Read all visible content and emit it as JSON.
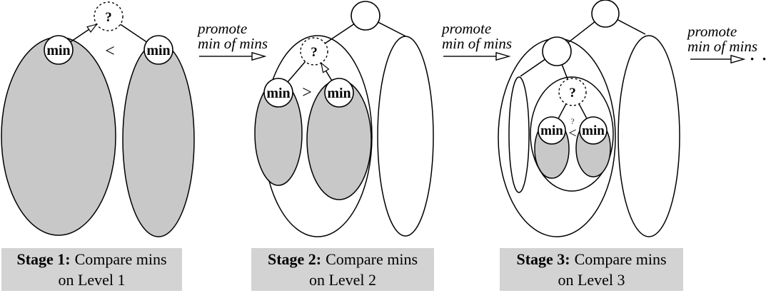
{
  "figure": {
    "description": "Three-stage tournament diagram: promoting minimum of mins up tree levels"
  },
  "colors": {
    "ellipse_fill": "#c8c8c8",
    "caption_bg": "#d3d3d3",
    "line": "#000000",
    "arrow_shaft": "#4d4d4d",
    "bg": "#ffffff"
  },
  "labels": {
    "min": "min",
    "question": "?",
    "ellipsis": "· · ·"
  },
  "stages": [
    {
      "comparison": "<",
      "caption": {
        "title": "Stage 1:",
        "text": "Compare mins",
        "line2": "on Level 1"
      }
    },
    {
      "comparison": ">",
      "caption": {
        "title": "Stage 2:",
        "text": "Compare mins",
        "line2": "on Level 2"
      }
    },
    {
      "comparison": "<",
      "pending_question": "?",
      "caption": {
        "title": "Stage 3:",
        "text": "Compare mins",
        "line2": "on Level 3"
      }
    }
  ],
  "transitions": [
    {
      "line1": "promote",
      "line2": "min of mins"
    },
    {
      "line1": "promote",
      "line2": "min of mins"
    },
    {
      "line1": "promote",
      "line2": "min of mins"
    }
  ]
}
